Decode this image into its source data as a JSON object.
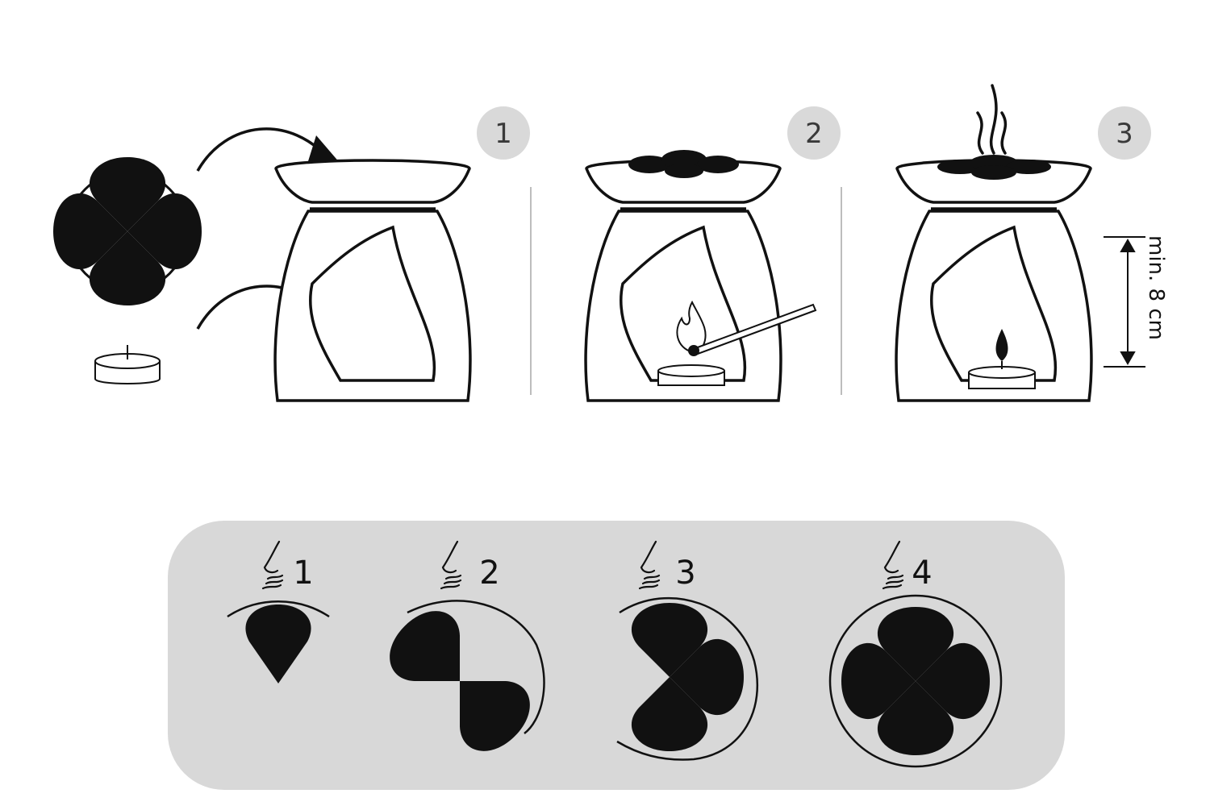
{
  "steps": [
    {
      "number": "1"
    },
    {
      "number": "2"
    },
    {
      "number": "3"
    }
  ],
  "measurement": {
    "label": "min. 8 cm"
  },
  "scent_levels": [
    {
      "number": "1",
      "pieces": 1
    },
    {
      "number": "2",
      "pieces": 2
    },
    {
      "number": "3",
      "pieces": 3
    },
    {
      "number": "4",
      "pieces": 4
    }
  ],
  "colors": {
    "ink": "#111111",
    "badge": "#d9d9d9",
    "panel": "#d8d8d8",
    "divider": "#bdbdbd"
  },
  "icons": [
    "wax-melt-icon",
    "tealight-icon",
    "arrow-icon",
    "burner-icon",
    "match-icon",
    "steam-icon",
    "nose-icon",
    "petal-icon"
  ]
}
